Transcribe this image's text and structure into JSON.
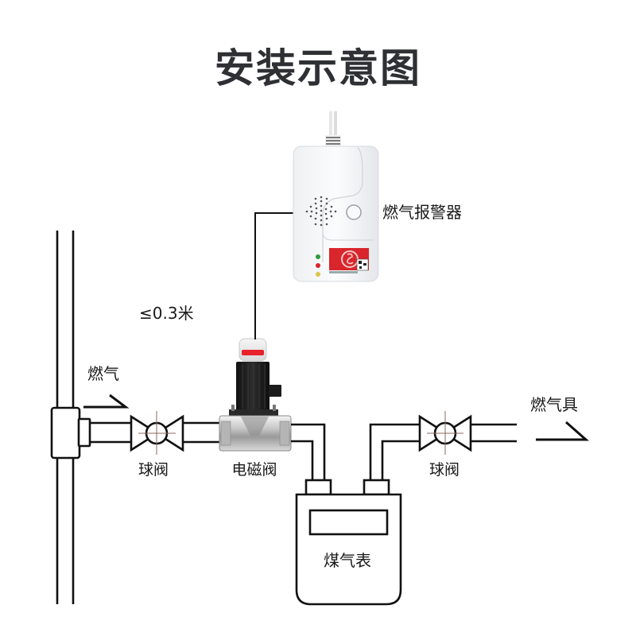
{
  "title": "安装示意图",
  "labels": {
    "alarm": "燃气报警器",
    "distance": "≤0.3米",
    "gas_inlet": "燃气",
    "ball_valve_left": "球阀",
    "solenoid_valve": "电磁阀",
    "ball_valve_right": "球阀",
    "gas_appliance": "燃气具",
    "gas_meter": "煤气表"
  },
  "colors": {
    "title": "#2e3033",
    "line": "#111111",
    "alarm_body": "#f4f6f8",
    "label_red": "#d8262c",
    "led_green": "#2e9b3c",
    "led_red": "#d8262c",
    "led_yellow": "#d9c64a",
    "solenoid_black": "#1e1e1e",
    "cap_red": "#e8222c"
  }
}
